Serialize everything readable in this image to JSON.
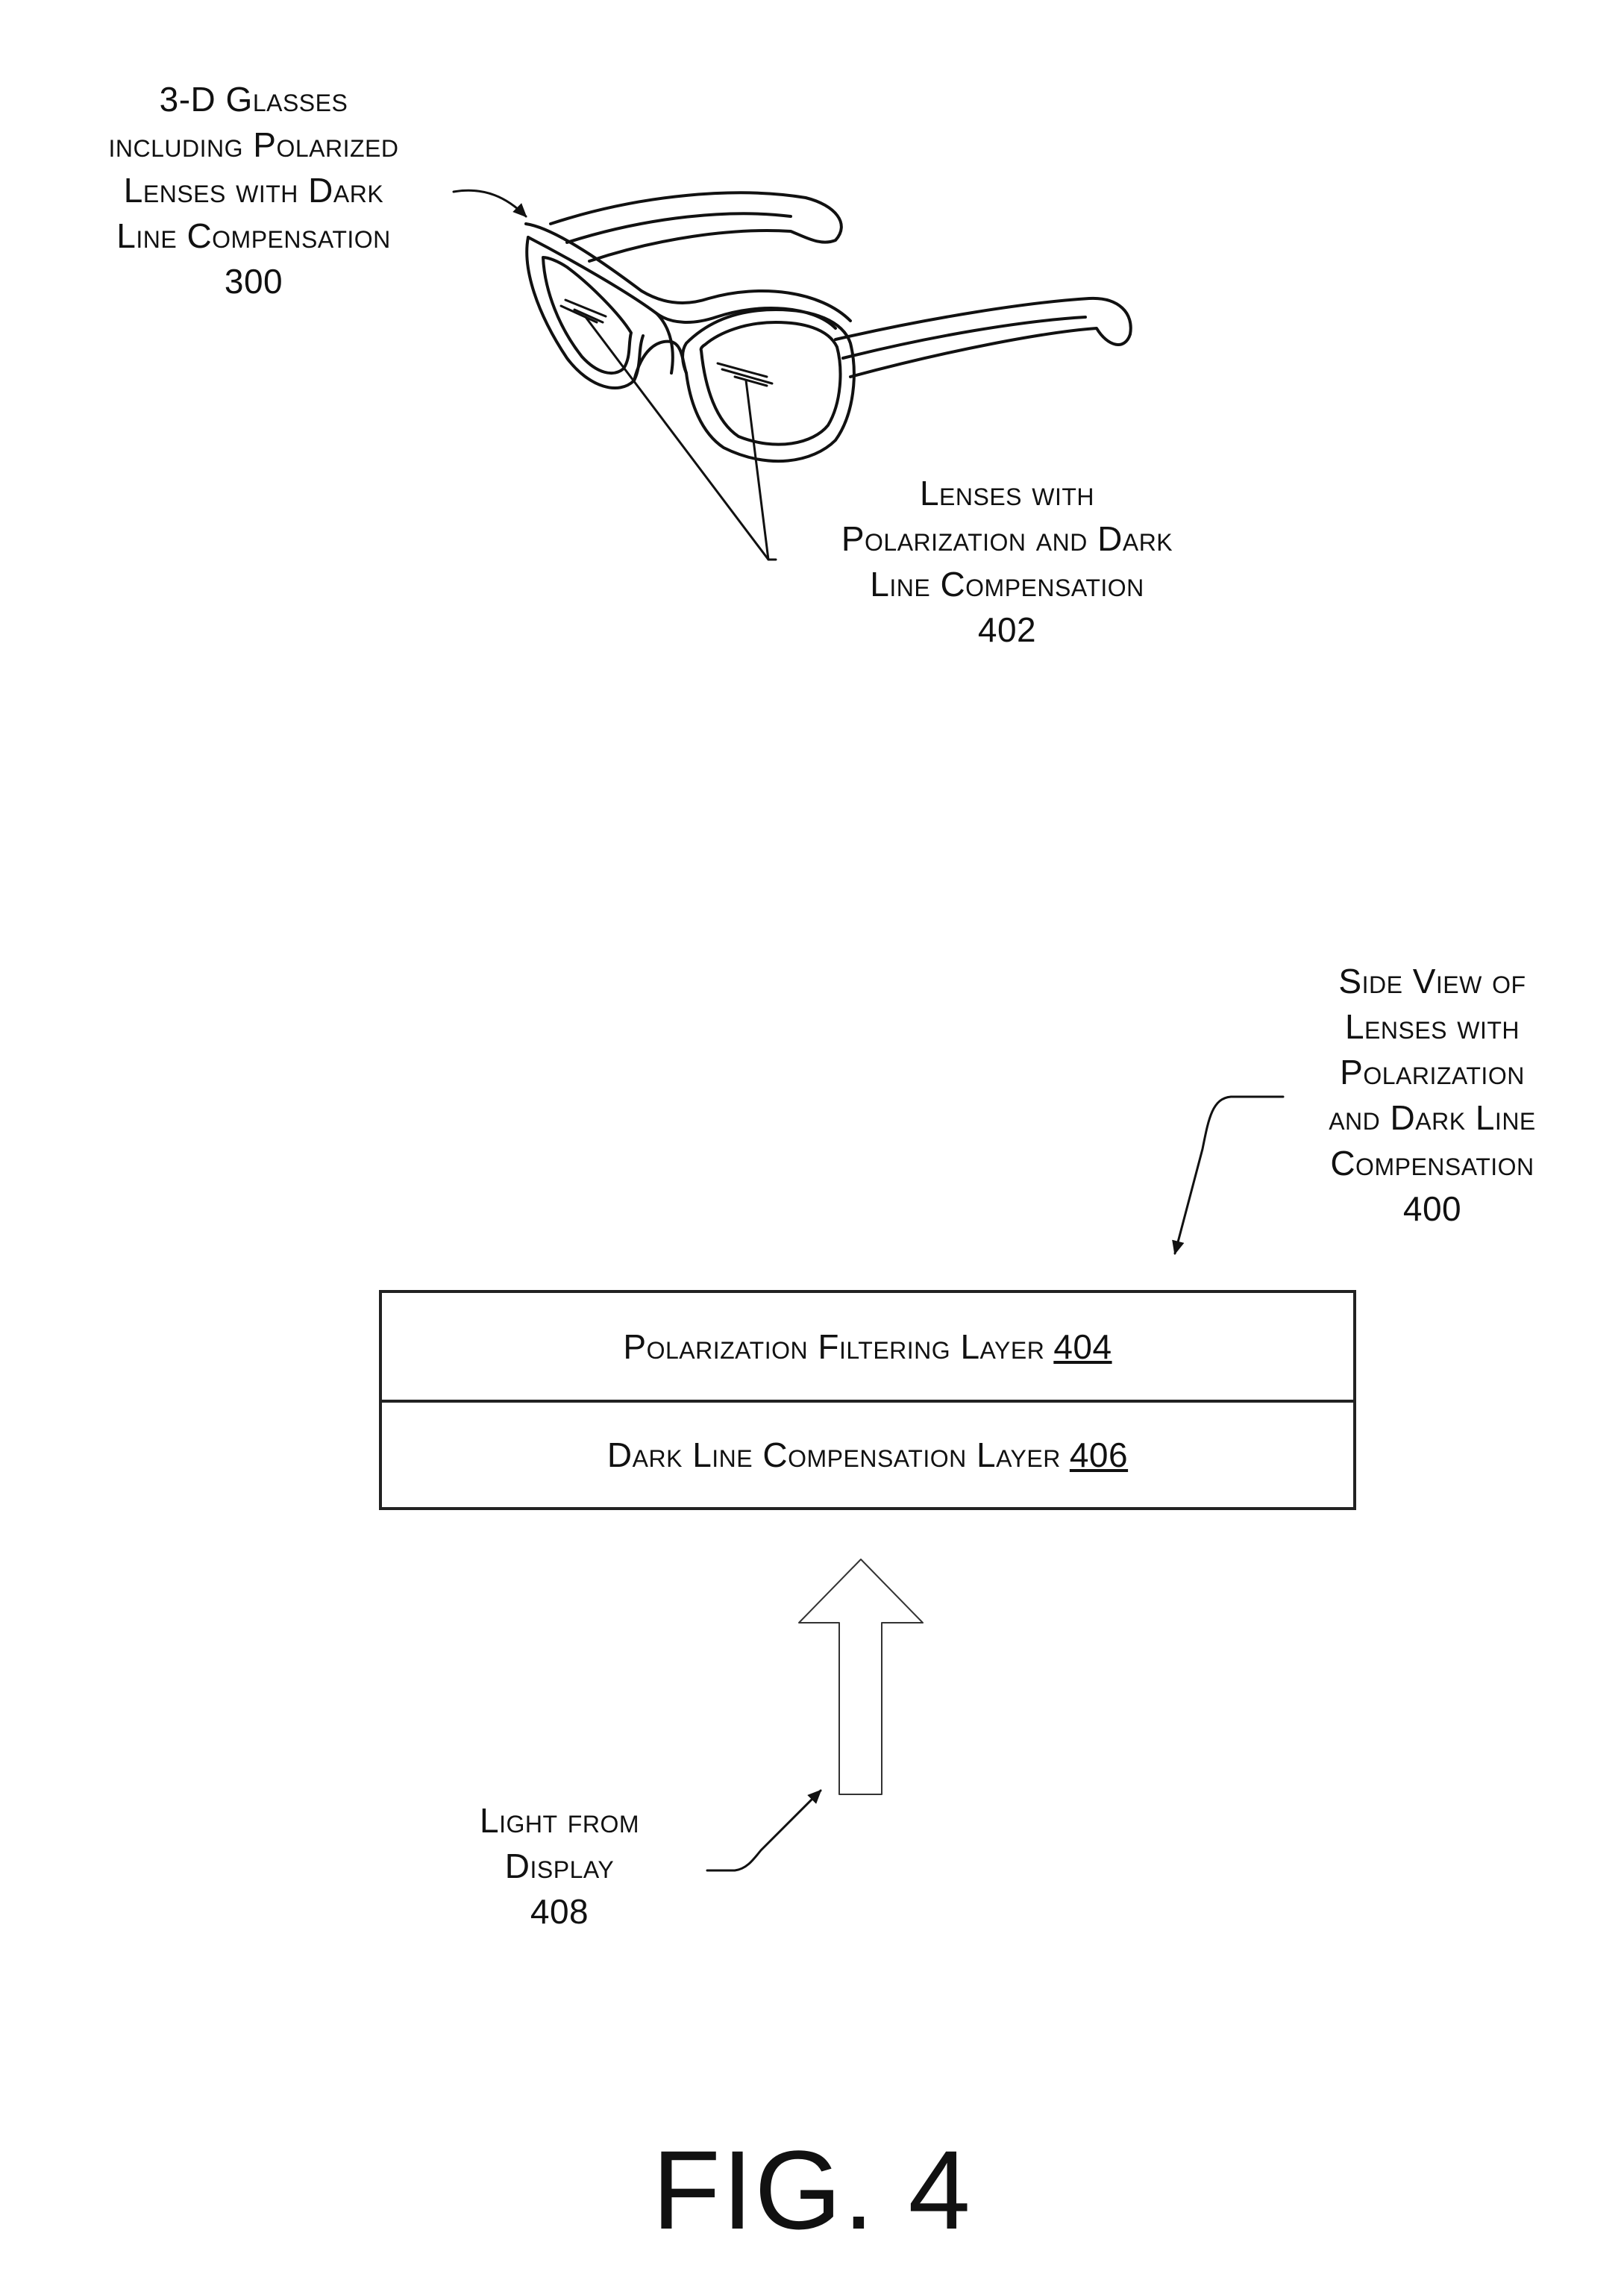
{
  "glasses_callout": {
    "lines": [
      "3-D Glasses",
      "including Polarized",
      "Lenses with Dark",
      "Line Compensation"
    ],
    "ref": "300"
  },
  "lenses_callout": {
    "lines": [
      "Lenses with",
      "Polarization and Dark",
      "Line Compensation"
    ],
    "ref": "402"
  },
  "side_view_callout": {
    "lines": [
      "Side View of",
      "Lenses with",
      "Polarization",
      "and Dark Line",
      "Compensation"
    ],
    "ref": "400"
  },
  "layers": [
    {
      "label": "Polarization Filtering Layer",
      "ref": "404"
    },
    {
      "label": "Dark Line Compensation Layer",
      "ref": "406"
    }
  ],
  "light_callout": {
    "lines": [
      "Light from",
      "Display"
    ],
    "ref": "408"
  },
  "figure_label": "FIG. 4"
}
